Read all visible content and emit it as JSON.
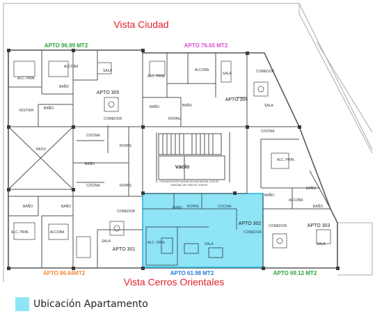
{
  "views": {
    "top": "Vista Ciudad",
    "bottom": "Vista Cerros Orientales"
  },
  "units": {
    "apt305": {
      "area_label": "APTO  96.99 MT2",
      "name": "APTO 305"
    },
    "apt304": {
      "area_label": "APTO  76.65 MT2",
      "name": "APTO 304"
    },
    "apt301": {
      "area_label": "APTO  86.64MT2",
      "name": "APTO 301"
    },
    "apt302": {
      "area_label": "APTO  61.98 MT2",
      "name": "APTO 302"
    },
    "apt303": {
      "area_label": "APTO  69.12  MT2",
      "name": "APTO 303"
    }
  },
  "rooms": {
    "alc_prin": "ALC. PRIN.",
    "alcoba": "ALCOBA",
    "sala": "SALA",
    "bano": "BAÑO",
    "vestier": "VESTIER",
    "comedor": "COMEDOR",
    "cocina": "COCINA",
    "ropas": "ROPAS",
    "patio": "PATIO",
    "vacio": "vacío"
  },
  "notes": {
    "evac_line1": "DISTANCIA ENTRE SALIDAS DE EVACUACION: 15.30 MT",
    "evac_line2": "DIAGONAL DEL EDIFICIO: 30.60 MT"
  },
  "legend": {
    "label": "Ubicación Apartamento",
    "color": "#8fe4f5"
  },
  "colors": {
    "view_text": "#e0222a",
    "apt305": "#2aa33a",
    "apt304": "#d84fd0",
    "apt301": "#f08a3a",
    "apt302": "#2479d6",
    "apt303": "#2aa33a",
    "highlight": "#8fe4f5",
    "highlight_border": "#2bb4e0"
  }
}
